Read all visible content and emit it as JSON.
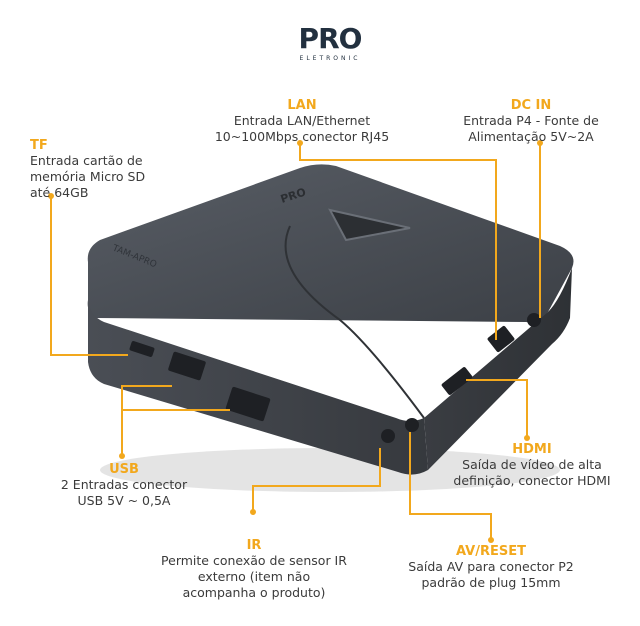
{
  "logo": {
    "brand": "PRO",
    "subtitle": "ELETRONIC"
  },
  "callouts": {
    "lan": {
      "title": "LAN",
      "lines": [
        "Entrada LAN/Ethernet",
        "10~100Mbps conector RJ45"
      ]
    },
    "dcin": {
      "title": "DC IN",
      "lines": [
        "Entrada P4 - Fonte de",
        "Alimentação 5V~2A"
      ]
    },
    "tf": {
      "title": "TF",
      "lines": [
        "Entrada cartão de",
        "memória Micro SD",
        "até 64GB"
      ]
    },
    "usb": {
      "title": "USB",
      "lines": [
        "2 Entradas conector",
        "USB 5V ~ 0,5A"
      ]
    },
    "hdmi": {
      "title": "HDMI",
      "lines": [
        "Saída de vídeo de alta",
        "definição, conector HDMI"
      ]
    },
    "ir": {
      "title": "IR",
      "lines": [
        "Permite conexão de sensor IR",
        "externo (item não",
        "acompanha o produto)"
      ]
    },
    "avreset": {
      "title": "AV/RESET",
      "lines": [
        "Saída AV para conector P2",
        "padrão de plug 15mm"
      ]
    }
  },
  "colors": {
    "accent": "#f2a81d",
    "device": "#3f4349",
    "text": "#3b3b3b"
  }
}
